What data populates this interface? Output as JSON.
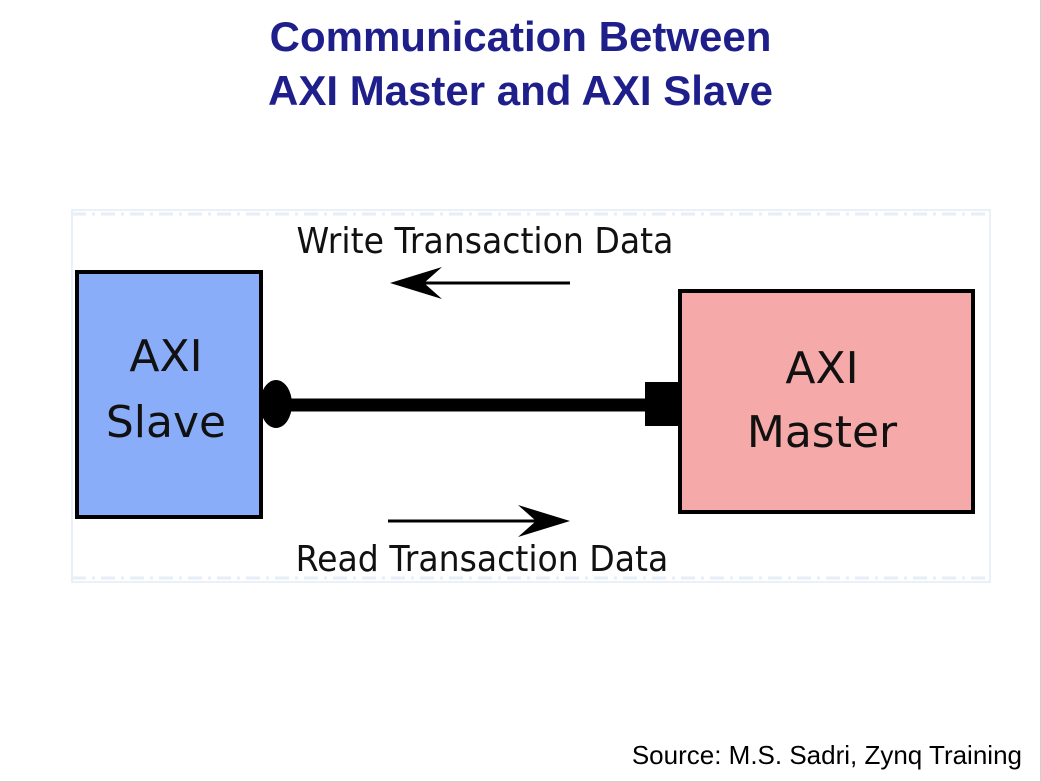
{
  "slide": {
    "title_line1": "Communication Between",
    "title_line2": "AXI Master and AXI Slave",
    "source": "Source: M.S. Sadri, Zynq Training"
  },
  "diagram": {
    "write_label": "Write Transaction Data",
    "read_label": "Read Transaction Data",
    "slave_line1": "AXI",
    "slave_line2": "Slave",
    "master_line1": "AXI",
    "master_line2": "Master",
    "colors": {
      "slave_fill": "#8aadfa",
      "master_fill": "#f5a9a9",
      "title": "#1f1f8c"
    }
  }
}
